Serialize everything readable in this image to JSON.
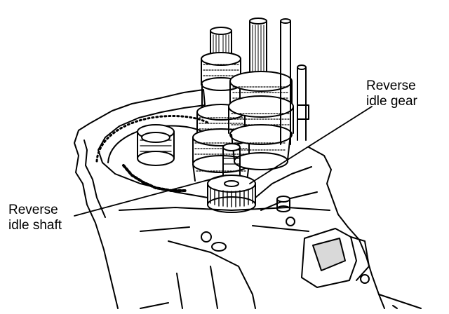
{
  "figure": {
    "callouts": [
      {
        "id": "reverse-idle-gear",
        "lines": [
          "Reverse",
          "idle gear"
        ]
      },
      {
        "id": "reverse-idle-shaft",
        "lines": [
          "Reverse",
          "idle shaft"
        ]
      }
    ],
    "corner_mark": "",
    "colors": {
      "ink": "#000000",
      "paper": "#ffffff",
      "shade": "#d9d9d9"
    }
  }
}
